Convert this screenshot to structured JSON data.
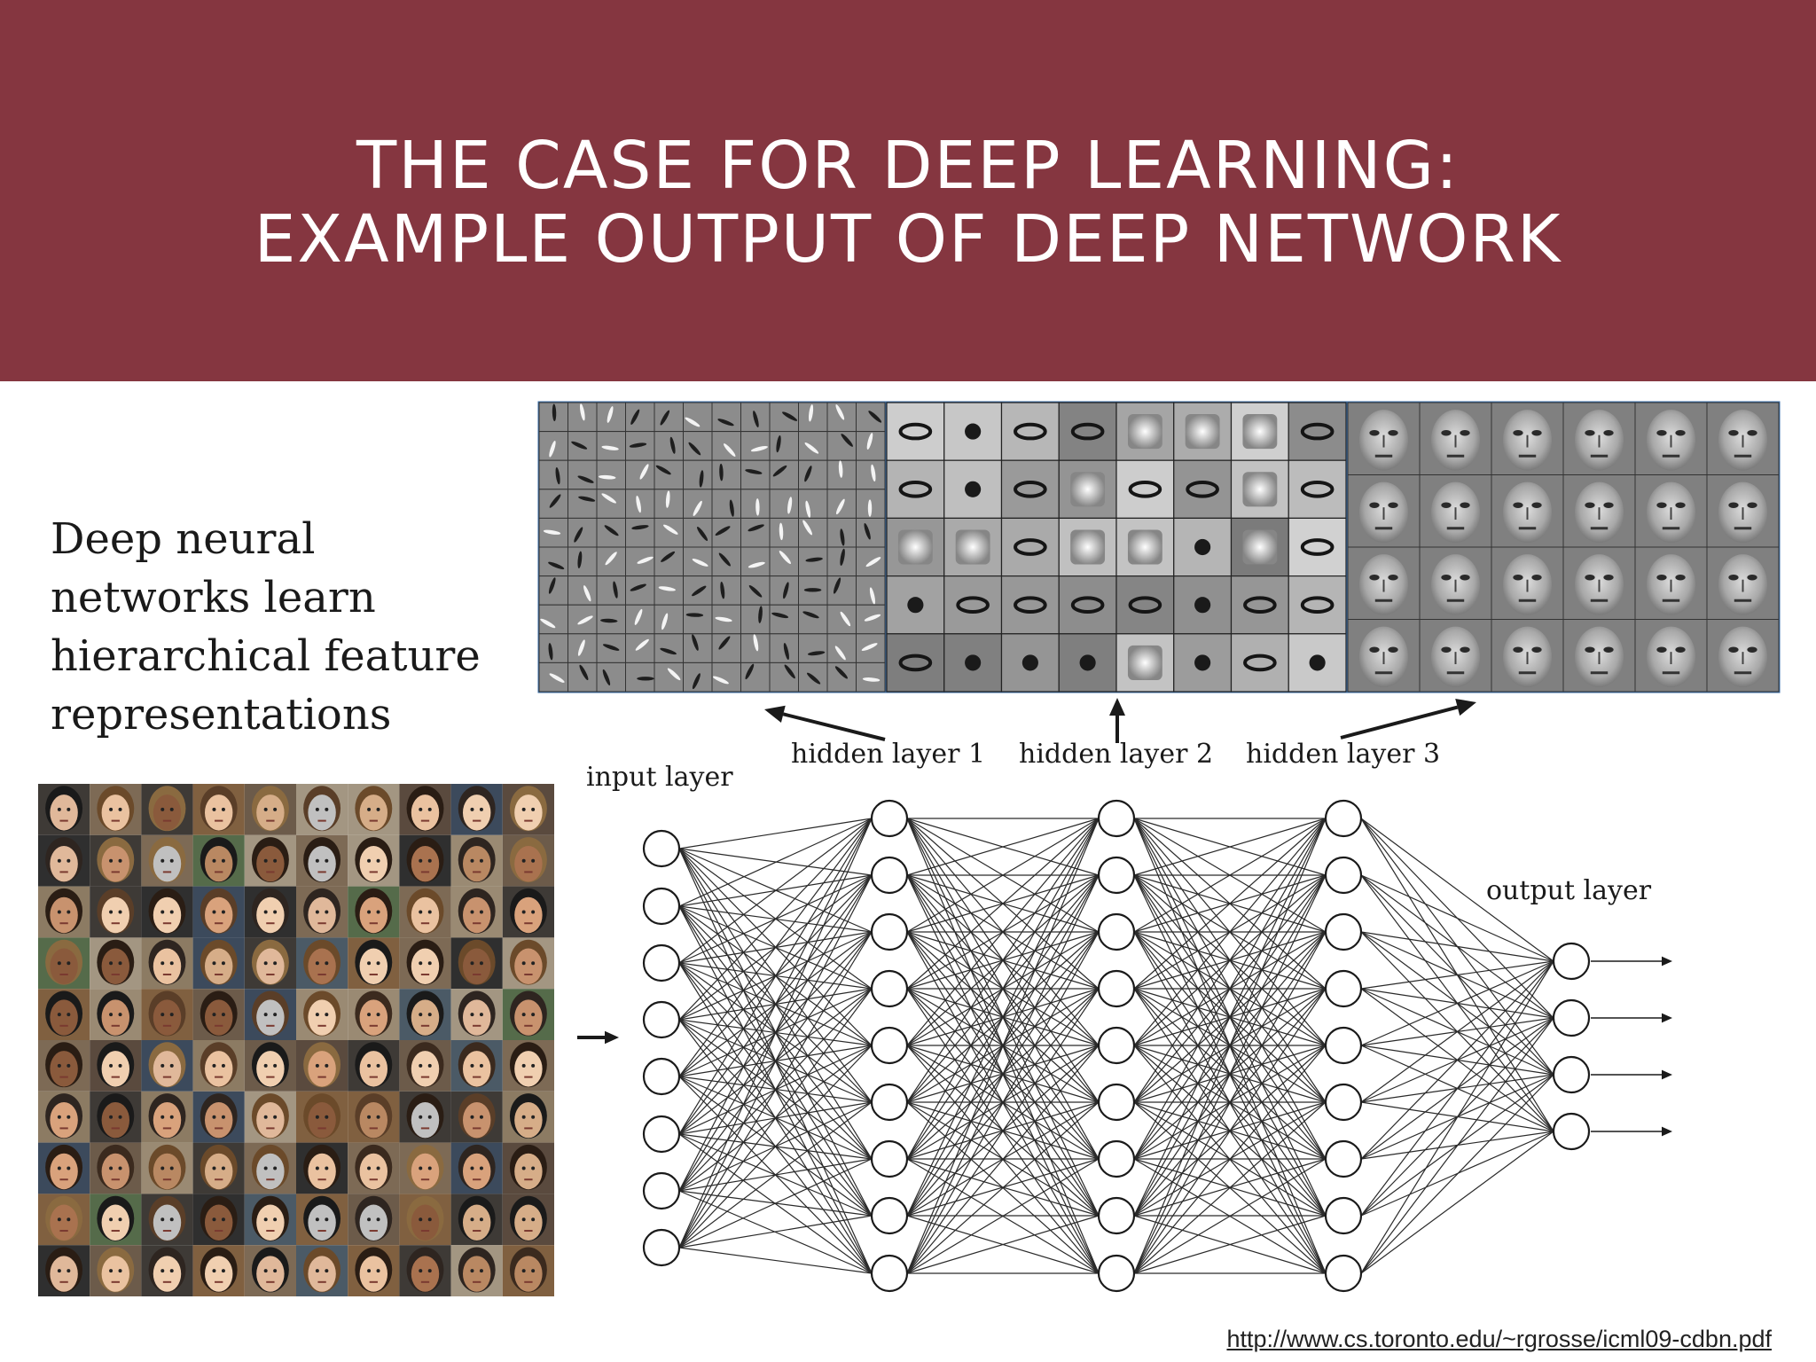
{
  "slide": {
    "title_line1": "THE CASE FOR DEEP LEARNING:",
    "title_line2": "EXAMPLE OUTPUT OF DEEP NETWORK",
    "caption": [
      "Deep neural",
      "networks learn",
      "hierarchical feature",
      "representations"
    ],
    "source_url": "http://www.cs.toronto.edu/~rgrosse/icml09-cdbn.pdf",
    "header_color": "#853640"
  },
  "diagram": {
    "labels": {
      "input": "input layer",
      "hidden1": "hidden layer 1",
      "hidden2": "hidden layer 2",
      "hidden3": "hidden layer 3",
      "output": "output layer"
    },
    "layers": [
      {
        "name": "input layer",
        "nodes": 8
      },
      {
        "name": "hidden layer 1",
        "nodes": 9
      },
      {
        "name": "hidden layer 2",
        "nodes": 9
      },
      {
        "name": "hidden layer 3",
        "nodes": 9
      },
      {
        "name": "output layer",
        "nodes": 4
      }
    ],
    "feature_panels": [
      {
        "layer": "hidden layer 1",
        "content": "edge filters",
        "rows": 10,
        "cols": 12
      },
      {
        "layer": "hidden layer 2",
        "content": "face parts",
        "rows": 5,
        "cols": 8
      },
      {
        "layer": "hidden layer 3",
        "content": "face templates",
        "rows": 4,
        "cols": 6
      }
    ],
    "input_faces": {
      "rows": 10,
      "cols": 10
    }
  }
}
